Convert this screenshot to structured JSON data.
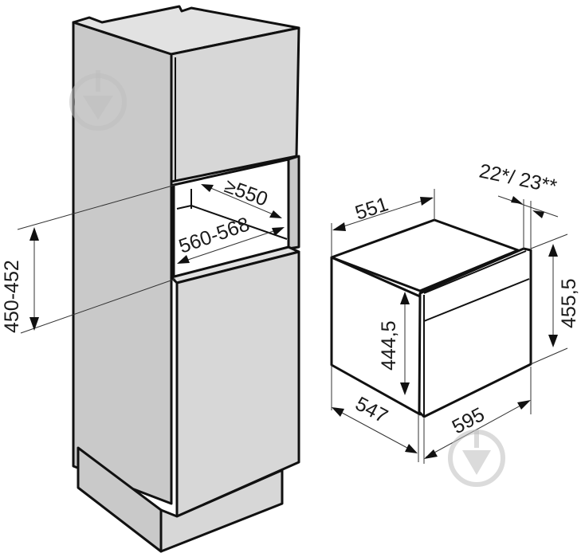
{
  "diagram": {
    "type": "installation-dimension-drawing",
    "units": "mm",
    "cabinet": {
      "label": "tall-cabinet-with-niche",
      "niche_depth_label": "≥550",
      "niche_width_label": "560-568",
      "niche_height_label": "450-452"
    },
    "appliance": {
      "label": "built-in-oven",
      "depth_body_label": "551",
      "front_thickness_label": "22*/ 23**",
      "front_height_label": "455,5",
      "body_height_label": "444,5",
      "body_width_label": "547",
      "front_width_label": "595"
    },
    "watermarks": [
      {
        "icon": "download-arrow-circle-icon",
        "position": "top-left"
      },
      {
        "icon": "download-arrow-circle-icon",
        "position": "bottom-right"
      }
    ],
    "colors": {
      "panel_light": "#e2e2e2",
      "panel_mid": "#d7d7d7",
      "panel_dark": "#c9c9c9",
      "outline": "#111111",
      "background": "#ffffff",
      "watermark": "#bdbdbd"
    }
  }
}
